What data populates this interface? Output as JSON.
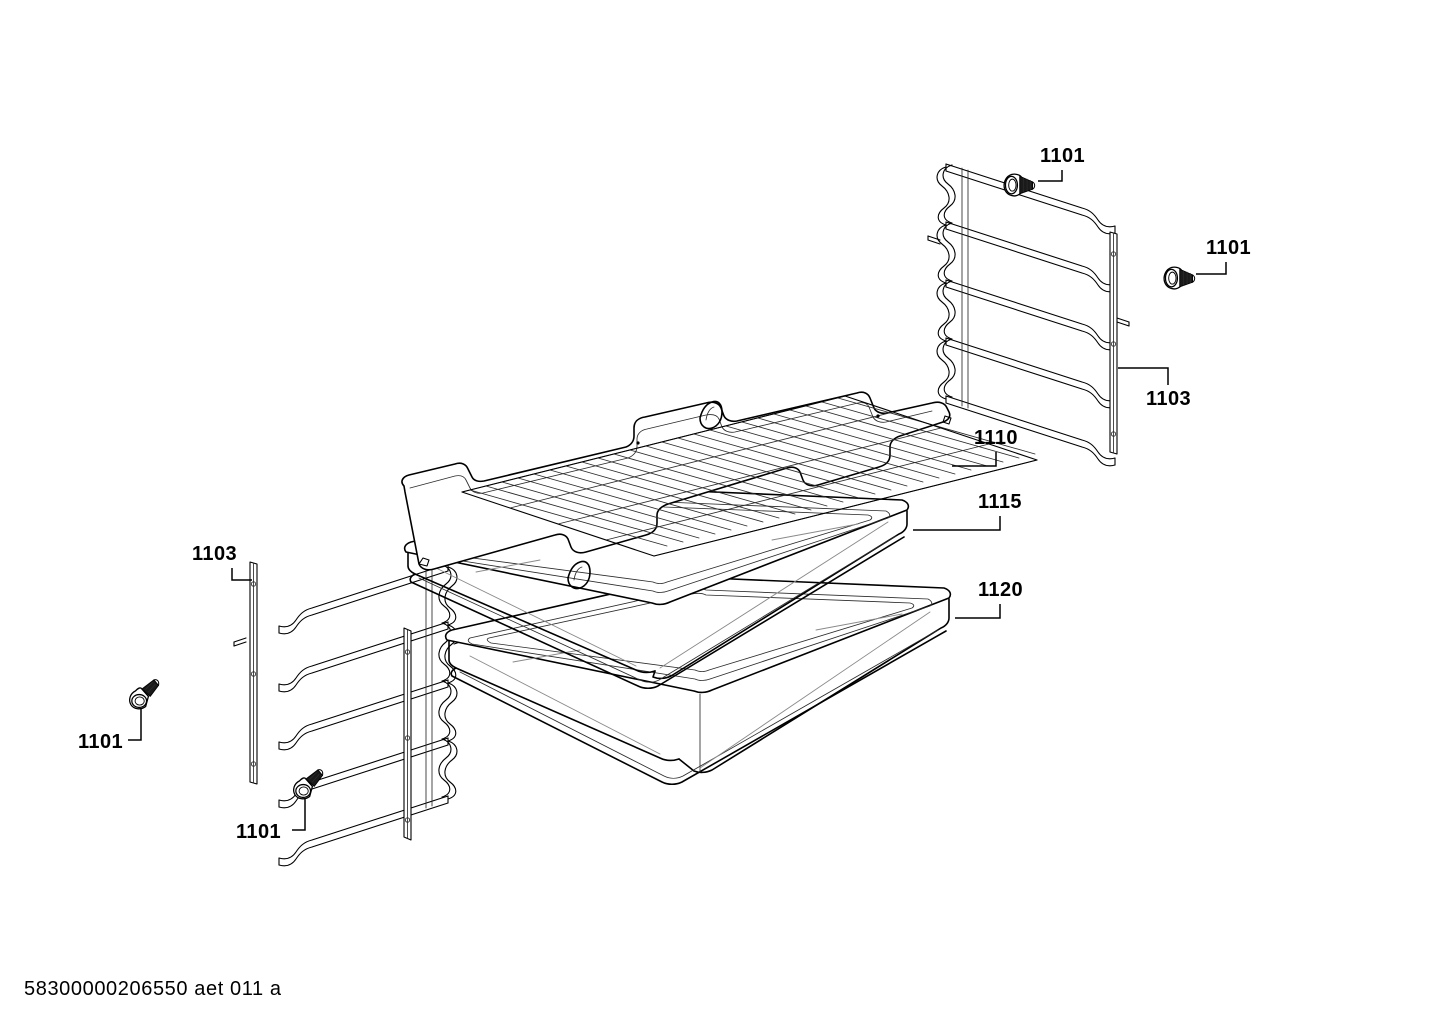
{
  "document": {
    "title": "Oven accessories exploded view",
    "footer_code": "58300000206550 aet 011 a",
    "background_color": "#ffffff",
    "line_color": "#000000"
  },
  "labels": {
    "clip_top_right": "1101",
    "clip_far_right": "1101",
    "rail_right": "1103",
    "wire_rack": "1110",
    "baking_tray": "1115",
    "roasting_pan": "1120",
    "rail_left": "1103",
    "clip_left_upper": "1101",
    "clip_left_lower": "1101"
  },
  "parts": [
    {
      "number": "1101",
      "name": "shelf-support-clip",
      "description": "Conical fastening clip / plug",
      "instances": 4
    },
    {
      "number": "1103",
      "name": "shelf-support-rail",
      "description": "Wire shelf support rail with 5 levels",
      "instances": 2
    },
    {
      "number": "1110",
      "name": "wire-rack",
      "description": "Wire cooking grid / rack",
      "instances": 1
    },
    {
      "number": "1115",
      "name": "baking-tray",
      "description": "Shallow enamel baking tray",
      "instances": 1
    },
    {
      "number": "1120",
      "name": "roasting-pan",
      "description": "Deep enamel roasting pan",
      "instances": 1
    }
  ]
}
